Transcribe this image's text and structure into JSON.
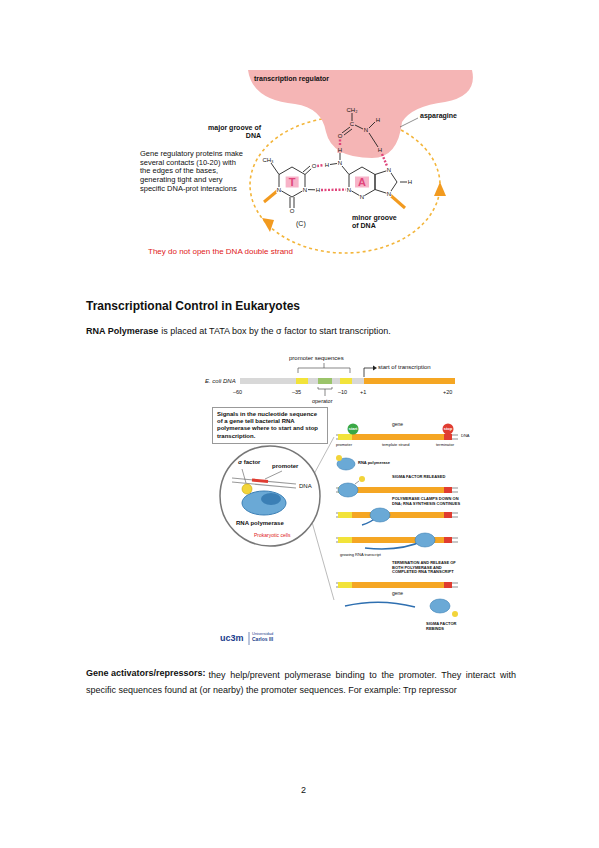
{
  "diagram": {
    "nodes": [
      {
        "text": [
          "transcription regulator"
        ]
      },
      {
        "text": [
          "Signals in the nucleotide sequence of a gene tell bacterial RNA polymerase where to start and stop transcription."
        ]
      }
    ],
    "labels": [
      "asparagine",
      "CH₂",
      "C",
      "O",
      "N",
      "H",
      "H",
      "major groove of DNA",
      "Gene regulatory proteins make several contacts (10-20) with the edges of the bases, generating tight and very specific DNA-prot interacions",
      "CH₃",
      "O",
      "H",
      "N",
      "H",
      "N",
      "H",
      "N",
      "N",
      "O",
      "T",
      "A",
      "N",
      "N",
      "N",
      "H",
      "minor groove of DNA",
      "(C)",
      "They do not open the DNA double strand",
      "Transcriptional Control in Eukaryotes",
      "RNA Polymerase",
      "is placed at TATA box by the σ factor to start transcription.",
      "promoter sequences",
      "start of transcription",
      "E. coli DNA",
      "–60",
      "–35",
      "–10",
      "+1",
      "+20",
      "operator",
      "σ factor",
      "promoter",
      "DNA",
      "RNA polymerase",
      "Prokaryotic cells",
      "gene",
      "start",
      "stop",
      "DNA",
      "promoter",
      "terminator",
      "template strand",
      "RNA polymerase",
      "SIGMA FACTOR RELEASED",
      "POLYMERASE CLAMPS DOWN ON DNA; RNA SYNTHESIS CONTINUES",
      "growing RNA transcript",
      "TERMINATION AND RELEASE OF BOTH POLYMERASE AND COMPLETED RNA TRANSCRIPT",
      "gene",
      "SIGMA FACTOR REBINDS",
      "uc3m",
      "Universidad",
      "Carlos III",
      "Gene activators/repressors:",
      "they help/prevent polymerase binding to the promoter. They interact with specific sequences found at (or nearby) the promoter sequences. For example: Trp repressor",
      "2"
    ]
  }
}
